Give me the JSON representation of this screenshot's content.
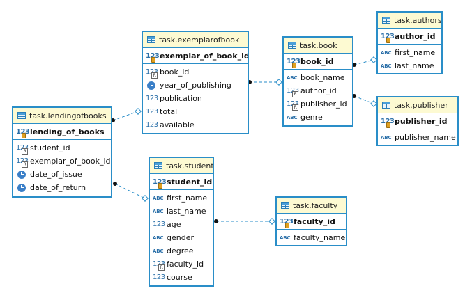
{
  "entities": {
    "exemplarofbook": {
      "title": "task.exemplarofbook",
      "pk": "exemplar_of_book_id",
      "columns": [
        {
          "name": "book_id",
          "type": "number",
          "fk": true
        },
        {
          "name": "year_of_publishing",
          "type": "date"
        },
        {
          "name": "publication",
          "type": "number"
        },
        {
          "name": "total",
          "type": "number"
        },
        {
          "name": "available",
          "type": "number"
        }
      ]
    },
    "book": {
      "title": "task.book",
      "pk": "book_id",
      "columns": [
        {
          "name": "book_name",
          "type": "text"
        },
        {
          "name": "author_id",
          "type": "number",
          "fk": true
        },
        {
          "name": "publisher_id",
          "type": "number",
          "fk": true
        },
        {
          "name": "genre",
          "type": "text"
        }
      ]
    },
    "authors": {
      "title": "task.authors",
      "pk": "author_id",
      "columns": [
        {
          "name": "first_name",
          "type": "text"
        },
        {
          "name": "last_name",
          "type": "text"
        }
      ]
    },
    "publisher": {
      "title": "task.publisher",
      "pk": "publisher_id",
      "columns": [
        {
          "name": "publisher_name",
          "type": "text"
        }
      ]
    },
    "lendingofbooks": {
      "title": "task.lendingofbooks",
      "pk": "lending_of_books",
      "columns": [
        {
          "name": "student_id",
          "type": "number",
          "fk": true
        },
        {
          "name": "exemplar_of_book_id",
          "type": "number",
          "fk": true
        },
        {
          "name": "date_of_issue",
          "type": "date"
        },
        {
          "name": "date_of_return",
          "type": "date"
        }
      ]
    },
    "student": {
      "title": "task.student",
      "pk": "student_id",
      "columns": [
        {
          "name": "first_name",
          "type": "text"
        },
        {
          "name": "last_name",
          "type": "text"
        },
        {
          "name": "age",
          "type": "number"
        },
        {
          "name": "gender",
          "type": "text"
        },
        {
          "name": "degree",
          "type": "text"
        },
        {
          "name": "faculty_id",
          "type": "number",
          "fk": true
        },
        {
          "name": "course",
          "type": "number"
        }
      ]
    },
    "faculty": {
      "title": "task.faculty",
      "pk": "faculty_id",
      "columns": [
        {
          "name": "faculty_name",
          "type": "text"
        }
      ]
    }
  },
  "icons": {
    "number": "123",
    "text": "ABC"
  },
  "colors": {
    "border": "#2a8ec8",
    "header": "#fdfad2",
    "link": "#2a8ec8"
  }
}
